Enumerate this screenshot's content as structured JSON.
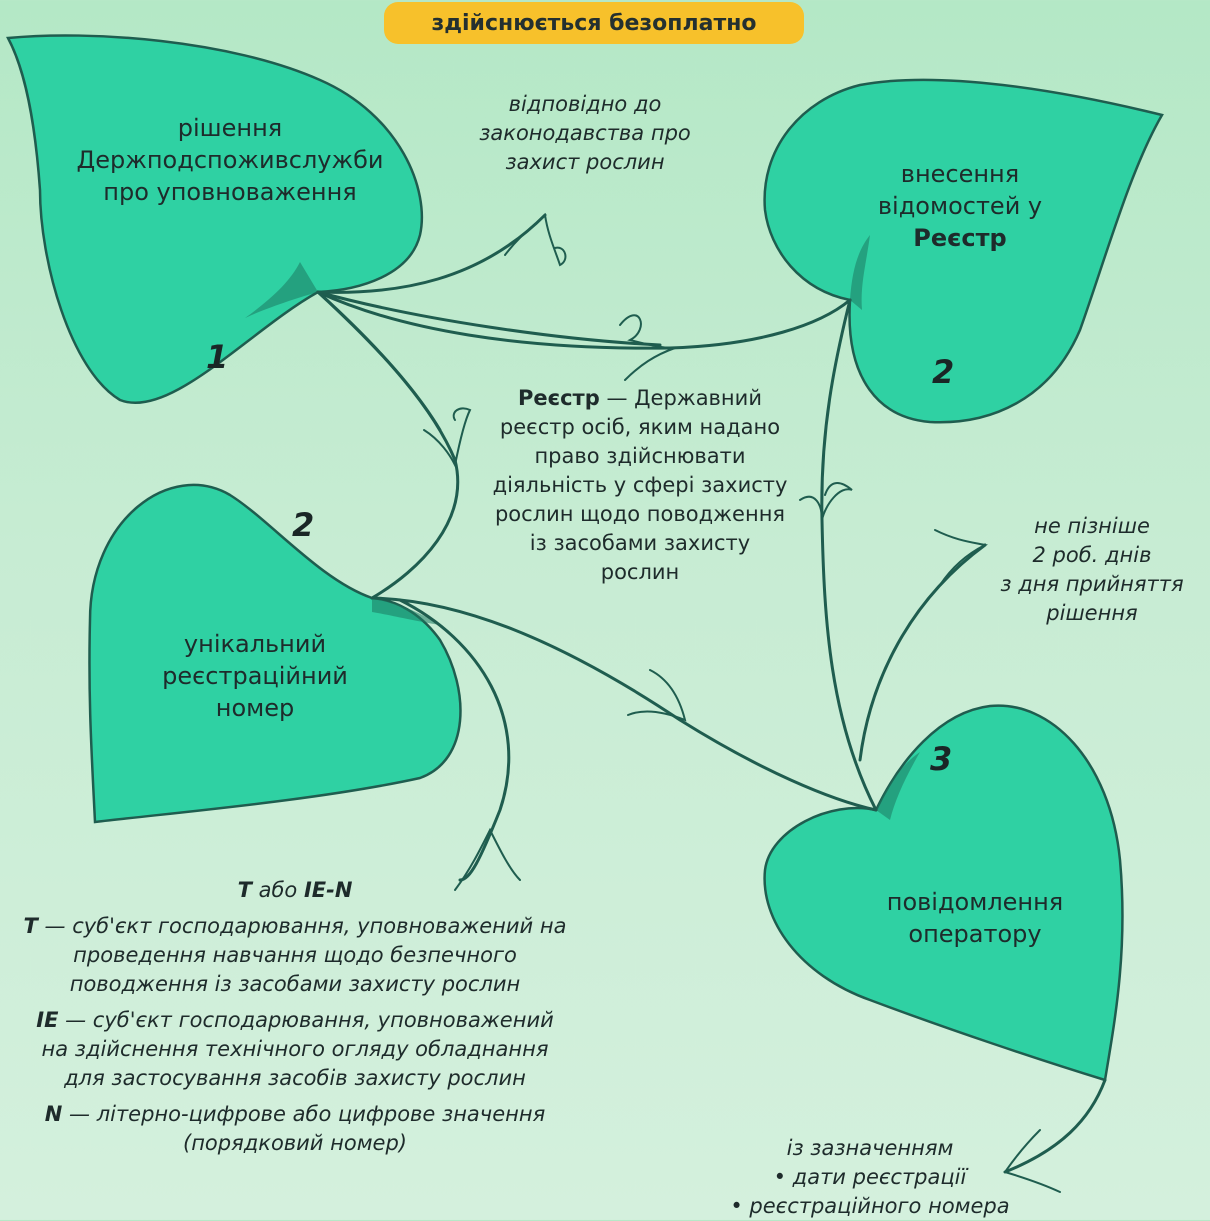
{
  "header": {
    "badge": "здійснюється безоплатно"
  },
  "leaves": [
    {
      "num": "1",
      "lines": [
        "рішення",
        "Держподспоживслужби",
        "про уповноваження"
      ]
    },
    {
      "num": "2",
      "lines": [
        "внесення",
        "відомостей у"
      ],
      "bold_line": "Реєстр"
    },
    {
      "num": "2",
      "lines": [
        "унікальний",
        "реєстраційний",
        "номер"
      ]
    },
    {
      "num": "3",
      "lines": [
        "повідомлення",
        "оператору"
      ]
    }
  ],
  "notes": {
    "law": [
      "відповідно до",
      "законодавства про",
      "захист рослин"
    ],
    "deadline": [
      "не пізніше",
      "2 роб. днів",
      "з дня прийняття",
      "рішення"
    ]
  },
  "registry_def": {
    "term": "Реєстр",
    "text": " — Державний реєстр осіб, яким надано право здійснювати діяльність у сфері захисту рослин щодо поводження із засобами захисту рослин"
  },
  "codes": {
    "format": {
      "t": "T",
      "or": " або ",
      "ie_n": "IE-N"
    },
    "items": [
      {
        "code": "T",
        "desc": " — суб'єкт господарювання, уповноважений на проведення навчання щодо безпечного поводження із засобами захисту рослин"
      },
      {
        "code": "IE",
        "desc": " — суб'єкт господарювання, уповноважений на здійснення технічного огляду обладнання для застосування засобів захисту рослин"
      },
      {
        "code": "N",
        "desc": " — літерно-цифрове або цифрове значення (порядковий номер)"
      }
    ]
  },
  "notification": {
    "intro": "із зазначенням",
    "bullets": [
      "• дати реєстрації",
      "• реєстраційного номера"
    ]
  },
  "colors": {
    "leaf": "#2fd1a3",
    "outline": "#1f5d4f",
    "badge": "#f7c12b",
    "background": "#c7ecd3"
  }
}
